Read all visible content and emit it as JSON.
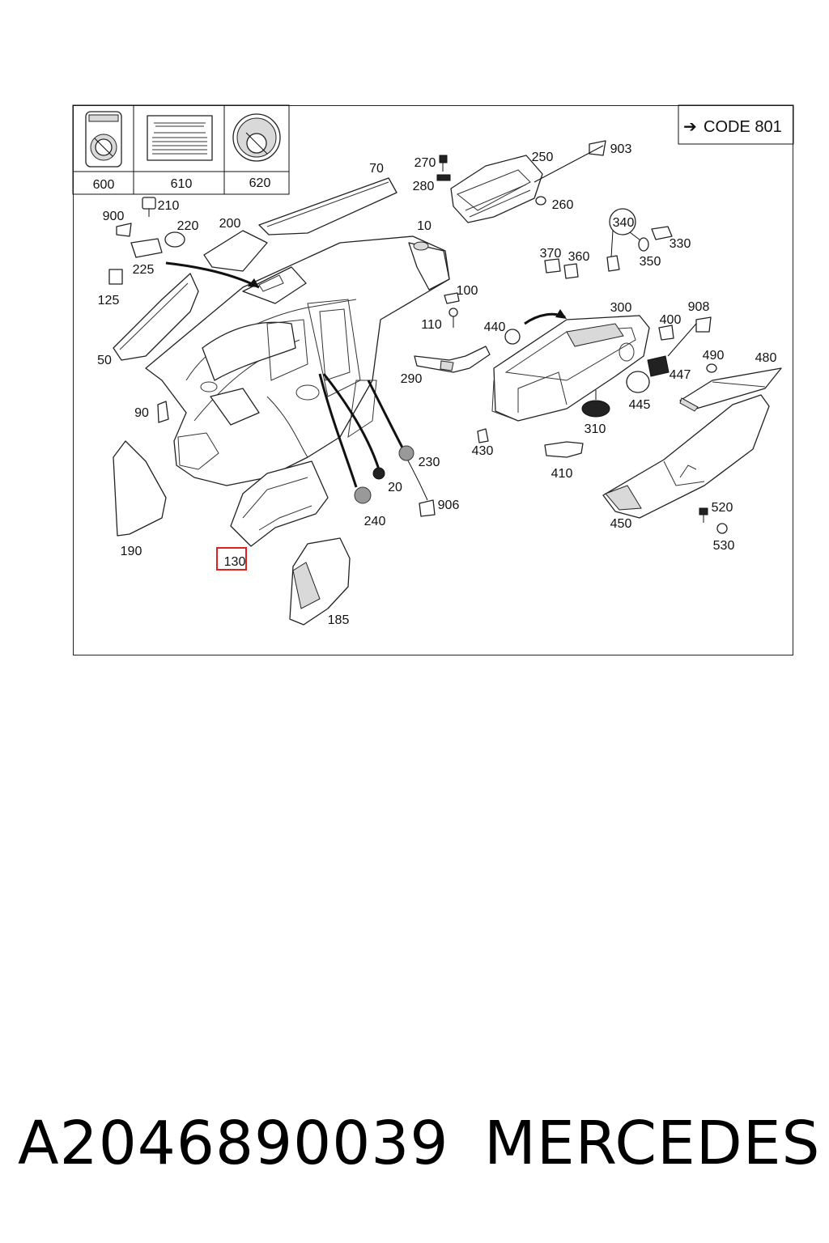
{
  "code_box": {
    "arrow": "➔",
    "text": "CODE 801"
  },
  "label_boxes": [
    {
      "id": "600"
    },
    {
      "id": "610"
    },
    {
      "id": "620"
    }
  ],
  "part_labels": {
    "p600": "600",
    "p610": "610",
    "p620": "620",
    "p70": "70",
    "p270": "270",
    "p280": "280",
    "p250": "250",
    "p903": "903",
    "p260": "260",
    "p900": "900",
    "p210": "210",
    "p220": "220",
    "p200": "200",
    "p10": "10",
    "p225": "225",
    "p125": "125",
    "p340": "340",
    "p330": "330",
    "p370": "370",
    "p360": "360",
    "p350": "350",
    "p100": "100",
    "p110": "110",
    "p440": "440",
    "p300": "300",
    "p400": "400",
    "p908": "908",
    "p50": "50",
    "p290": "290",
    "p490": "490",
    "p480": "480",
    "p447": "447",
    "p90": "90",
    "p445": "445",
    "p310": "310",
    "p430": "430",
    "p230": "230",
    "p410": "410",
    "p20": "20",
    "p906": "906",
    "p240": "240",
    "p520": "520",
    "p450": "450",
    "p530": "530",
    "p190": "190",
    "p130": "130",
    "p185": "185"
  },
  "highlight": {
    "label": "130",
    "color": "#e02020"
  },
  "footer": {
    "part_number": "A2046890039",
    "brand": "MERCEDES"
  }
}
